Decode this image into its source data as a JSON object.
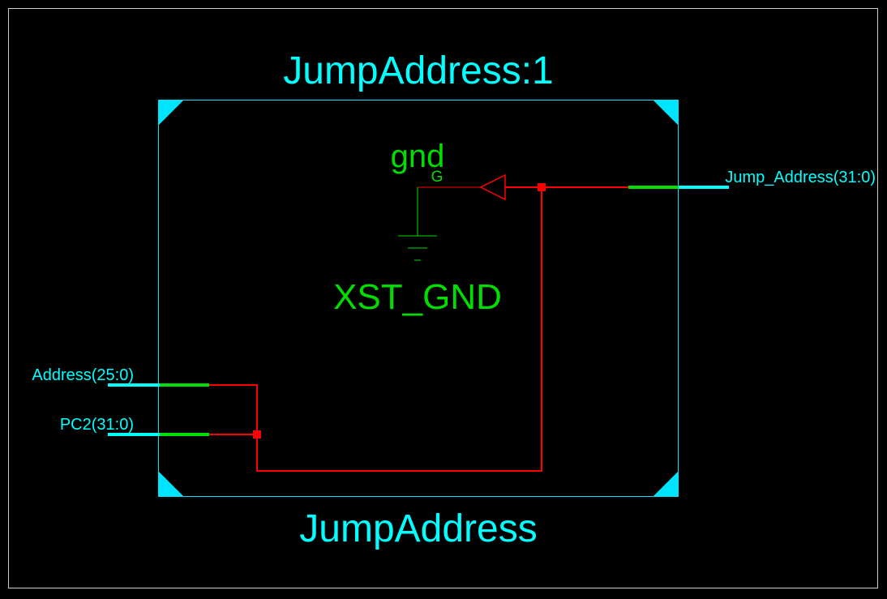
{
  "colors": {
    "background": "#000000",
    "border": "#cccccc",
    "block": "#00e5ff",
    "block_label": "#00ffff",
    "port": "#00ffff",
    "port_stub": "#00dd00",
    "wire": "#ff0000",
    "junction": "#ff0000",
    "gnd": "#00dd00"
  },
  "block": {
    "instance_name": "JumpAddress:1",
    "type_name": "JumpAddress"
  },
  "ports": {
    "inputs": [
      {
        "id": "address",
        "label": "Address(25:0)"
      },
      {
        "id": "pc2",
        "label": "PC2(31:0)"
      }
    ],
    "outputs": [
      {
        "id": "jump-address",
        "label": "Jump_Address(31:0)"
      }
    ]
  },
  "gnd_cell": {
    "name": "gnd",
    "pin_label": "G",
    "cell_type": "XST_GND"
  }
}
